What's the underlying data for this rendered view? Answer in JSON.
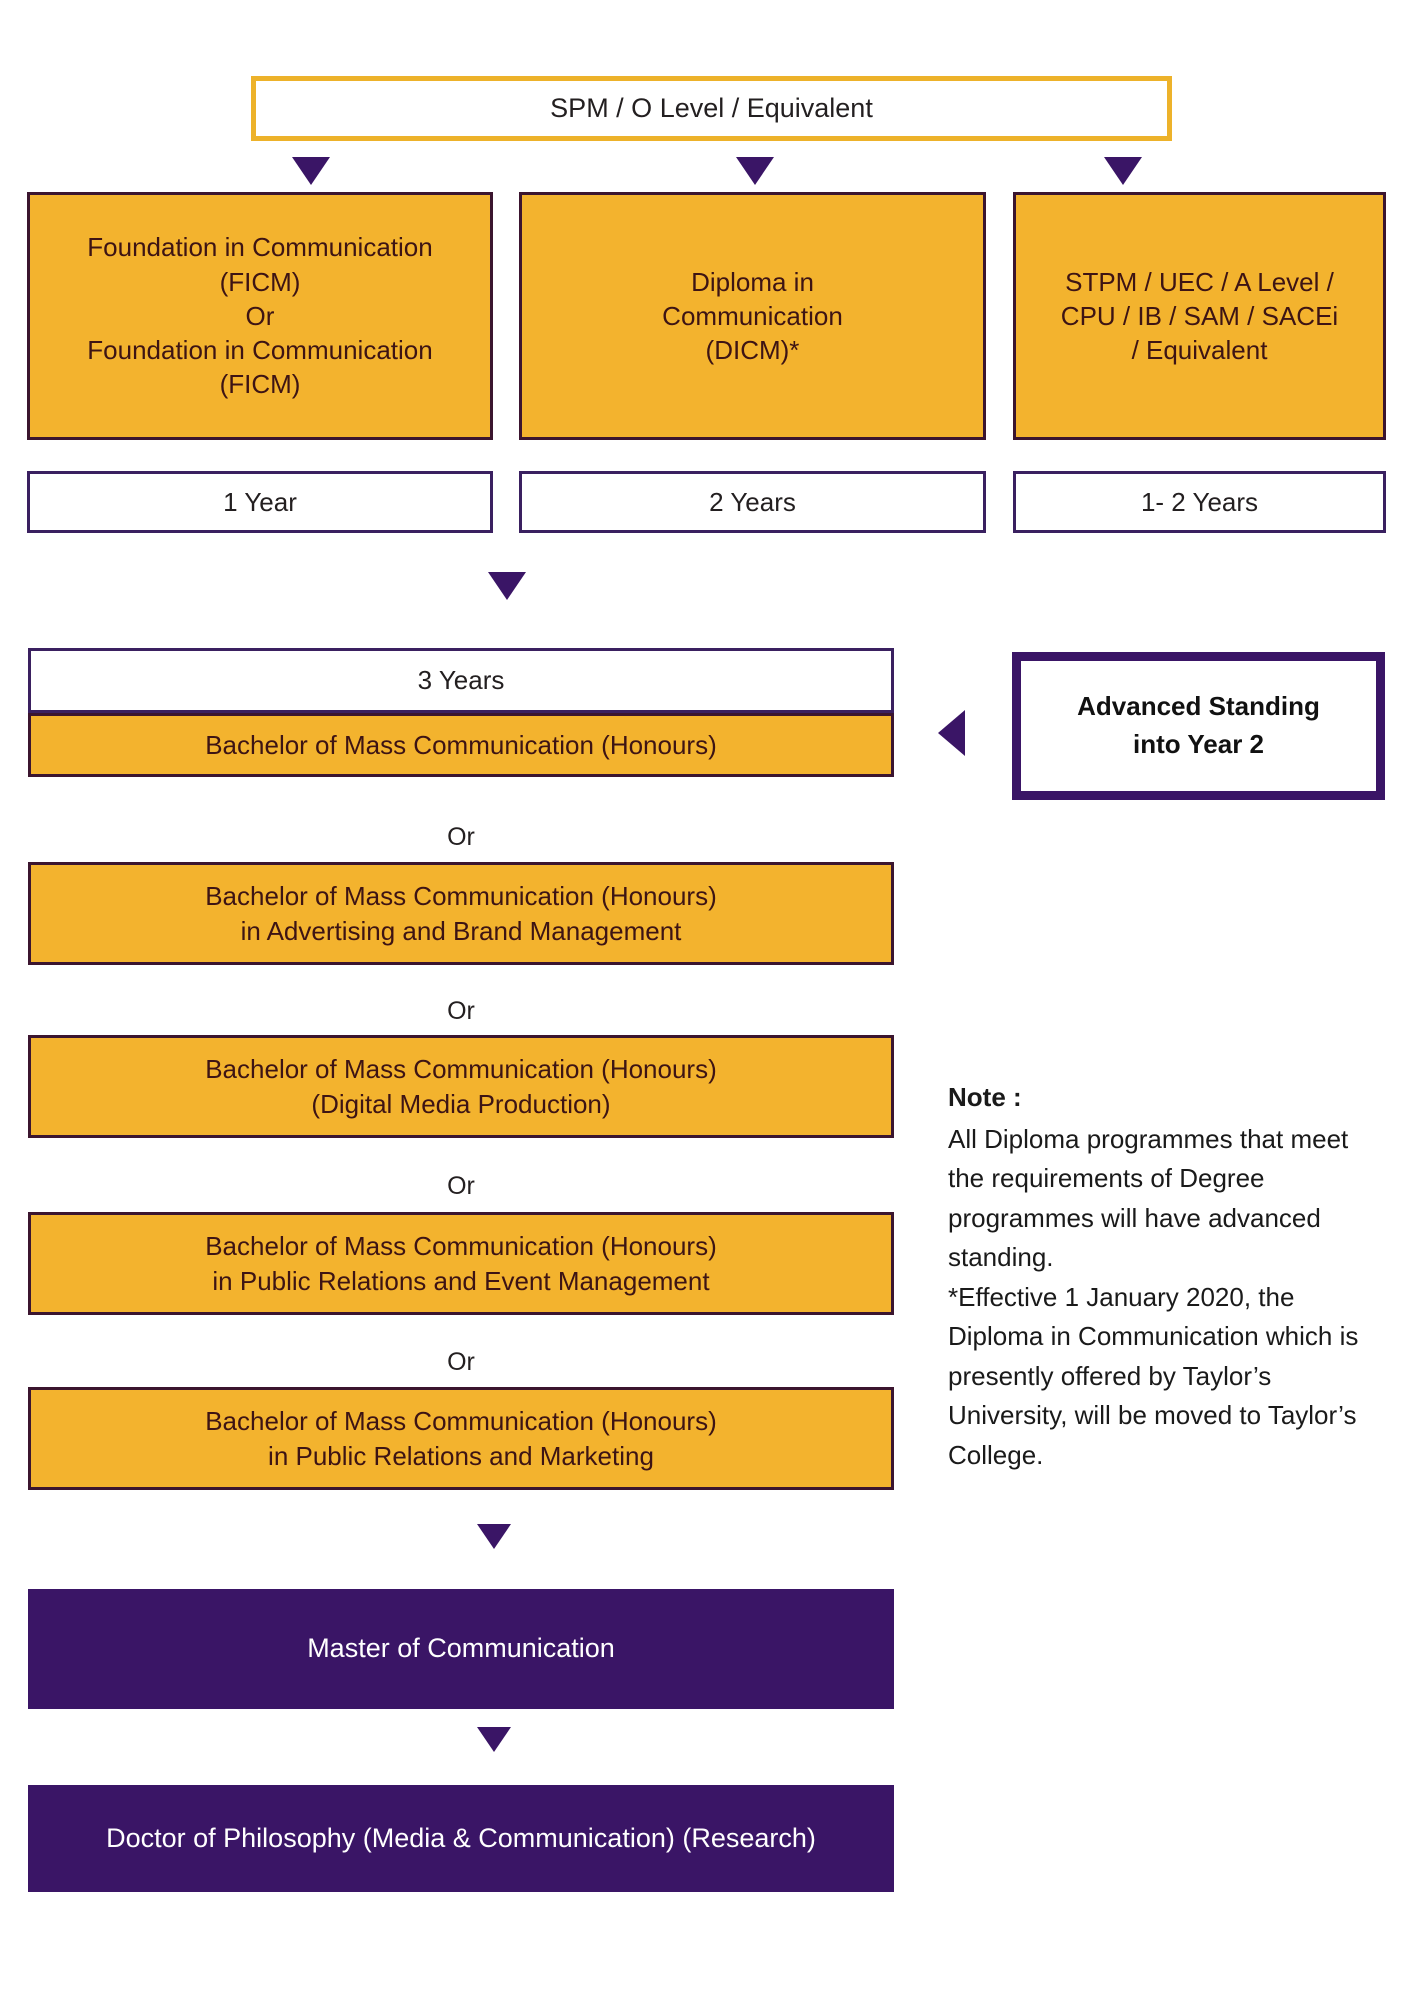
{
  "colors": {
    "amber_fill": "#f3b32e",
    "amber_border_top": "#edb22a",
    "purple": "#3a1566",
    "dark_border": "#3b152f",
    "white": "#ffffff"
  },
  "entry": {
    "label": "SPM / O Level / Equivalent"
  },
  "pathways": [
    {
      "id": "foundation",
      "lines": [
        "Foundation in Communication",
        "(FICM)",
        "Or",
        "Foundation in Communication",
        "(FICM)"
      ],
      "duration": "1 Year"
    },
    {
      "id": "diploma",
      "lines": [
        "Diploma in",
        "Communication",
        "(DICM)*"
      ],
      "duration": "2 Years"
    },
    {
      "id": "preu",
      "lines": [
        "STPM / UEC / A Level /",
        "CPU / IB / SAM / SACEi",
        "/ Equivalent"
      ],
      "duration": "1- 2 Years"
    }
  ],
  "degree": {
    "duration": "3 Years",
    "or_label": "Or",
    "options": [
      {
        "lines": [
          "Bachelor of Mass Communication (Honours)"
        ]
      },
      {
        "lines": [
          "Bachelor of Mass Communication (Honours)",
          "in Advertising and Brand Management"
        ]
      },
      {
        "lines": [
          "Bachelor of Mass Communication (Honours)",
          "(Digital Media Production)"
        ]
      },
      {
        "lines": [
          "Bachelor of Mass Communication (Honours)",
          "in Public Relations and Event Management"
        ]
      },
      {
        "lines": [
          "Bachelor of Mass Communication (Honours)",
          "in Public Relations and Marketing"
        ]
      }
    ]
  },
  "advanced_standing": {
    "line1": "Advanced Standing",
    "line2": "into Year 2"
  },
  "postgraduate": [
    {
      "label": "Master of Communication"
    },
    {
      "label": "Doctor of Philosophy (Media & Communication) (Research)"
    }
  ],
  "note": {
    "title": "Note :",
    "paragraph1": " All Diploma programmes that meet the requirements of Degree programmes will have advanced standing.",
    "paragraph2": "*Effective 1 January 2020, the Diploma in Communication which is presently offered by Taylor’s University, will be moved to Taylor’s College."
  }
}
